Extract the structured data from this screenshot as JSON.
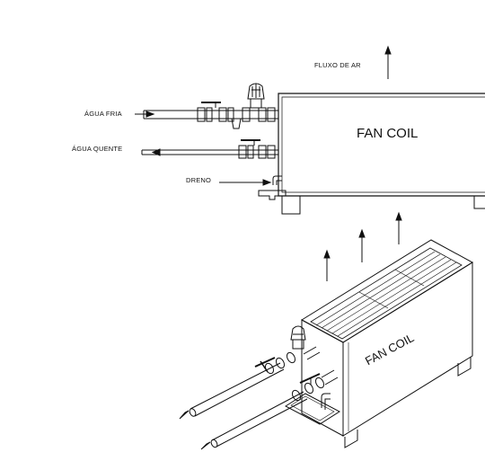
{
  "labels": {
    "airflow": "FLUXO DE AR",
    "cold_water": "ÁGUA FRIA",
    "hot_water": "ÁGUA QUENTE",
    "drain": "DRENO",
    "unit_front": "FAN COIL",
    "unit_iso": "FAN COIL"
  },
  "colors": {
    "line": "#111111",
    "background": "#ffffff"
  }
}
